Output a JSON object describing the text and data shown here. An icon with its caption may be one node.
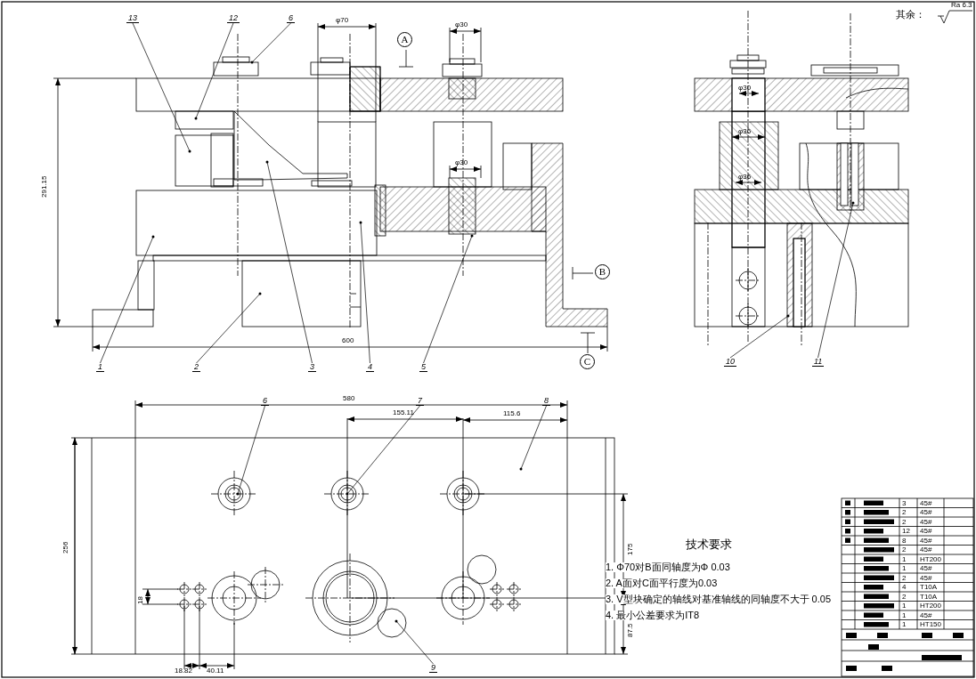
{
  "diagram": {
    "nodes": [
      {
        "text": [
          "13"
        ]
      },
      {
        "text": [
          "12"
        ]
      },
      {
        "text": [
          "6"
        ]
      },
      {
        "text": [
          "1"
        ]
      },
      {
        "text": [
          "2"
        ]
      },
      {
        "text": [
          "3"
        ]
      },
      {
        "text": [
          "4"
        ]
      },
      {
        "text": [
          "5"
        ]
      },
      {
        "text": [
          "10"
        ]
      },
      {
        "text": [
          "11"
        ]
      },
      {
        "text": [
          "6"
        ]
      },
      {
        "text": [
          "7"
        ]
      },
      {
        "text": [
          "8"
        ]
      },
      {
        "text": [
          "9"
        ]
      }
    ],
    "edges": [
      {
        "from": 0,
        "to": null,
        "arrow": "other"
      },
      {
        "from": 1,
        "to": null,
        "arrow": "other"
      },
      {
        "from": 2,
        "to": null,
        "arrow": "other"
      },
      {
        "from": 3,
        "to": null,
        "arrow": "other"
      },
      {
        "from": 4,
        "to": null,
        "arrow": "other"
      },
      {
        "from": 5,
        "to": null,
        "arrow": "other"
      },
      {
        "from": 6,
        "to": null,
        "arrow": "other"
      },
      {
        "from": 7,
        "to": null,
        "arrow": "other"
      },
      {
        "from": 8,
        "to": null,
        "arrow": "other"
      },
      {
        "from": 9,
        "to": null,
        "arrow": "other"
      },
      {
        "from": 10,
        "to": null,
        "arrow": "other"
      },
      {
        "from": 11,
        "to": null,
        "arrow": "other"
      },
      {
        "from": 12,
        "to": null,
        "arrow": "other"
      },
      {
        "from": 13,
        "to": null,
        "arrow": "other"
      }
    ],
    "labels": [
      "其余：",
      "Ra 6.3",
      "φ70",
      "φ30",
      "A",
      "291.15",
      "φ30",
      "B",
      "600",
      "C",
      "φ30",
      "φ36",
      "φ36",
      "580",
      "155.11",
      "115.6",
      "256",
      "175",
      "18",
      "87.5",
      "18.82",
      "40.11",
      "技术要求",
      "1. Φ70对B面同轴度为Φ 0.03",
      "2. A面对C面平行度为0.03",
      "3. V型块确定的轴线对基准轴线的同轴度不大于 0.05",
      "4. 最小公差要求为IT8",
      "3",
      "45#",
      "2",
      "45#",
      "2",
      "45#",
      "12",
      "45#",
      "8",
      "45#",
      "2",
      "45#",
      "1",
      "HT200",
      "1",
      "45#",
      "2",
      "45#",
      "4",
      "T10A",
      "2",
      "T10A",
      "1",
      "HT200",
      "1",
      "45#",
      "1",
      "HT150"
    ]
  }
}
